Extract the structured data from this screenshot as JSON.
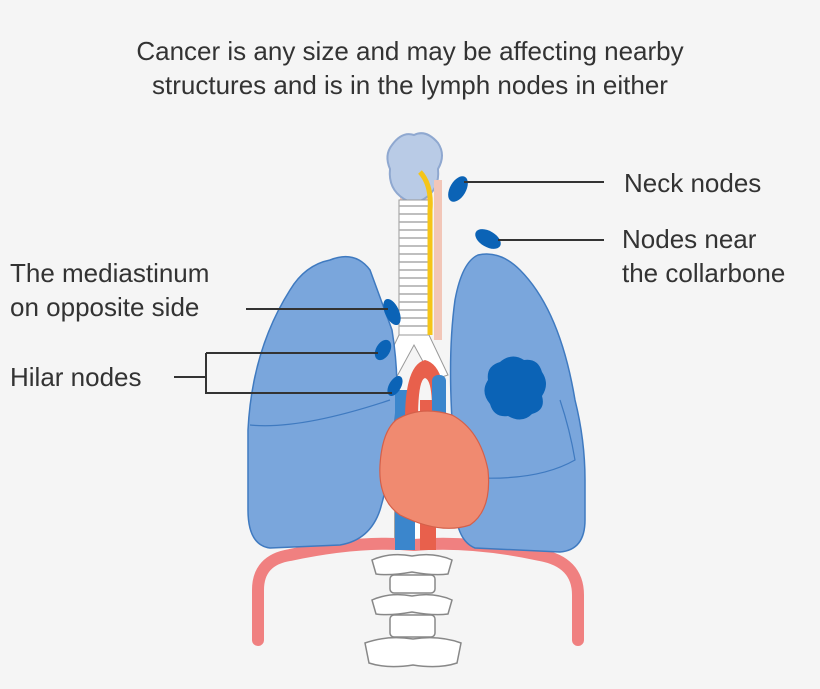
{
  "caption": {
    "line1": "Cancer is any size and may be affecting nearby",
    "line2": "structures and is in the lymph nodes in either"
  },
  "labels": {
    "neck_nodes": "Neck nodes",
    "collarbone_line1": "Nodes near",
    "collarbone_line2": "the collarbone",
    "mediastinum_line1": "The mediastinum",
    "mediastinum_line2": "on opposite side",
    "hilar_nodes": "Hilar nodes"
  },
  "colors": {
    "lung": "#7aa6dc",
    "lung_stroke": "#3f7ac0",
    "lymph_node": "#0b63b6",
    "tumour": "#0b63b6",
    "heart": "#f08a70",
    "aorta": "#e8604c",
    "vein": "#3b86cc",
    "ribs": "#f08080",
    "windpipe": "#ffffff",
    "nerve": "#f5c518"
  }
}
